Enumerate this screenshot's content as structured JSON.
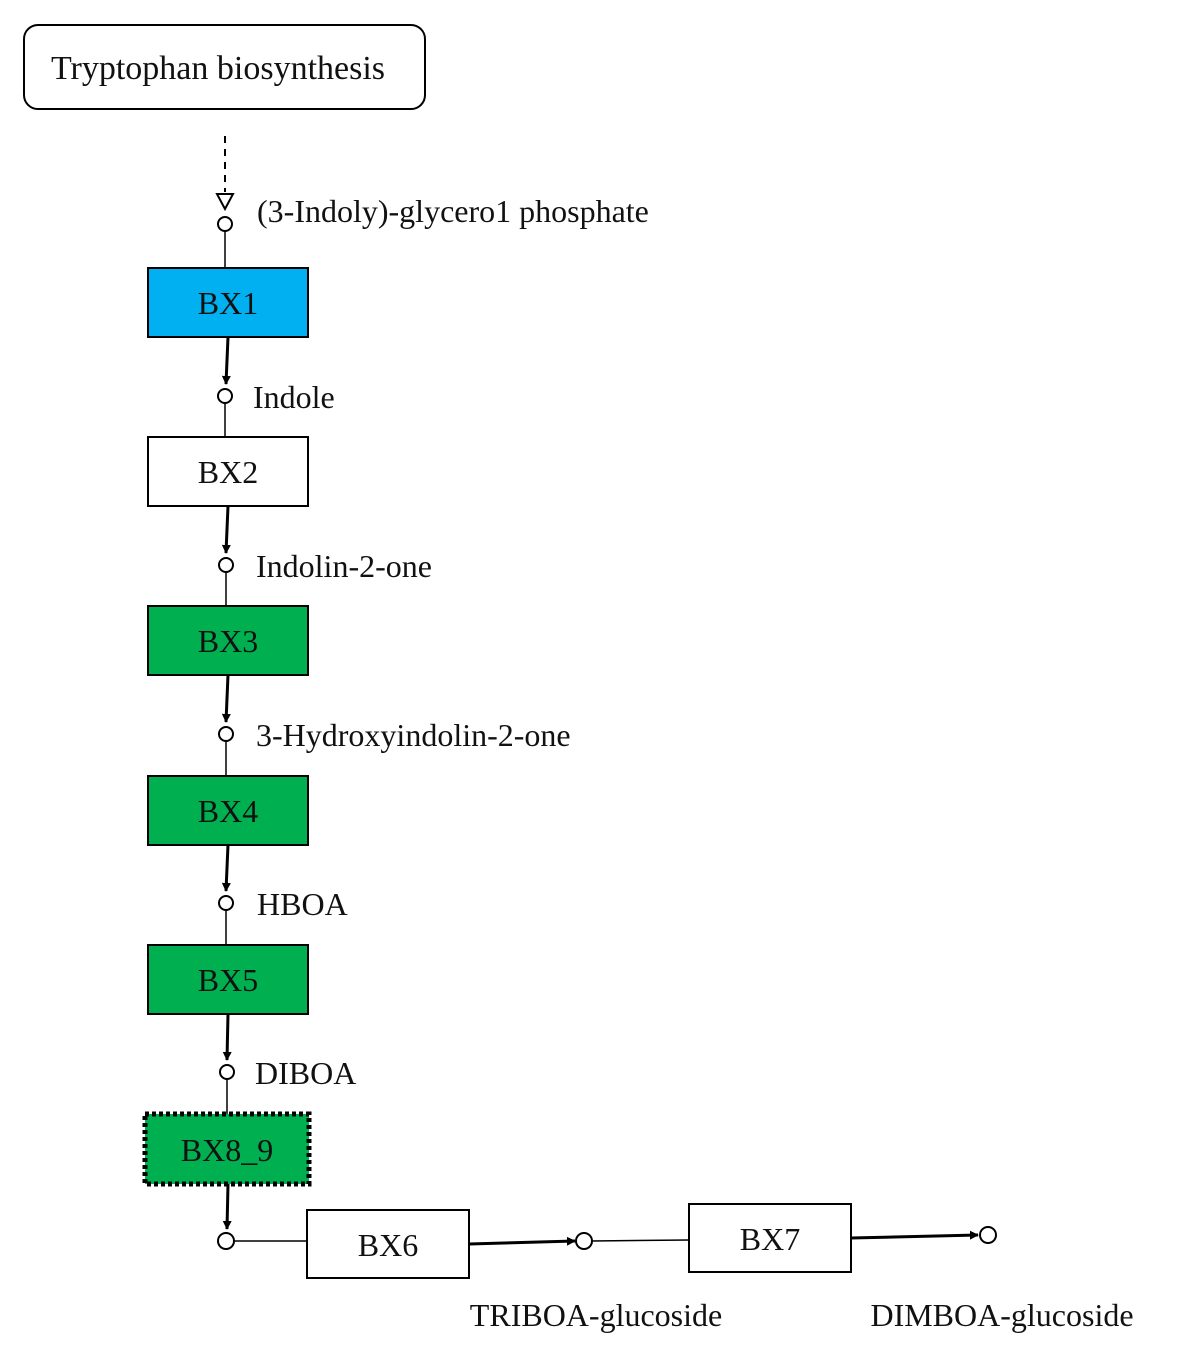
{
  "pathway": {
    "start_label": "Tryptophan biosynthesis",
    "colors": {
      "blue": "#00b0f0",
      "green": "#00b050",
      "white": "#ffffff"
    },
    "enzymes": {
      "bx1": {
        "label": "BX1",
        "color": "#00b0f0"
      },
      "bx2": {
        "label": "BX2",
        "color": "#ffffff"
      },
      "bx3": {
        "label": "BX3",
        "color": "#00b050"
      },
      "bx4": {
        "label": "BX4",
        "color": "#00b050"
      },
      "bx5": {
        "label": "BX5",
        "color": "#00b050"
      },
      "bx8_9": {
        "label": "BX8_9",
        "color": "#00b050"
      },
      "bx6": {
        "label": "BX6",
        "color": "#ffffff"
      },
      "bx7": {
        "label": "BX7",
        "color": "#ffffff"
      }
    },
    "compounds": {
      "indolyl_glycerol_phosphate": "(3-Indoly)-glycero1 phosphate",
      "indole": "Indole",
      "indolin_2_one": "Indolin-2-one",
      "hydroxyindolin_2_one": "3-Hydroxyindolin-2-one",
      "hboa": "HBOA",
      "diboa": "DIBOA",
      "triboa_glucoside": "TRIBOA-glucoside",
      "dimboa_glucoside": "DIMBOA-glucoside"
    }
  }
}
